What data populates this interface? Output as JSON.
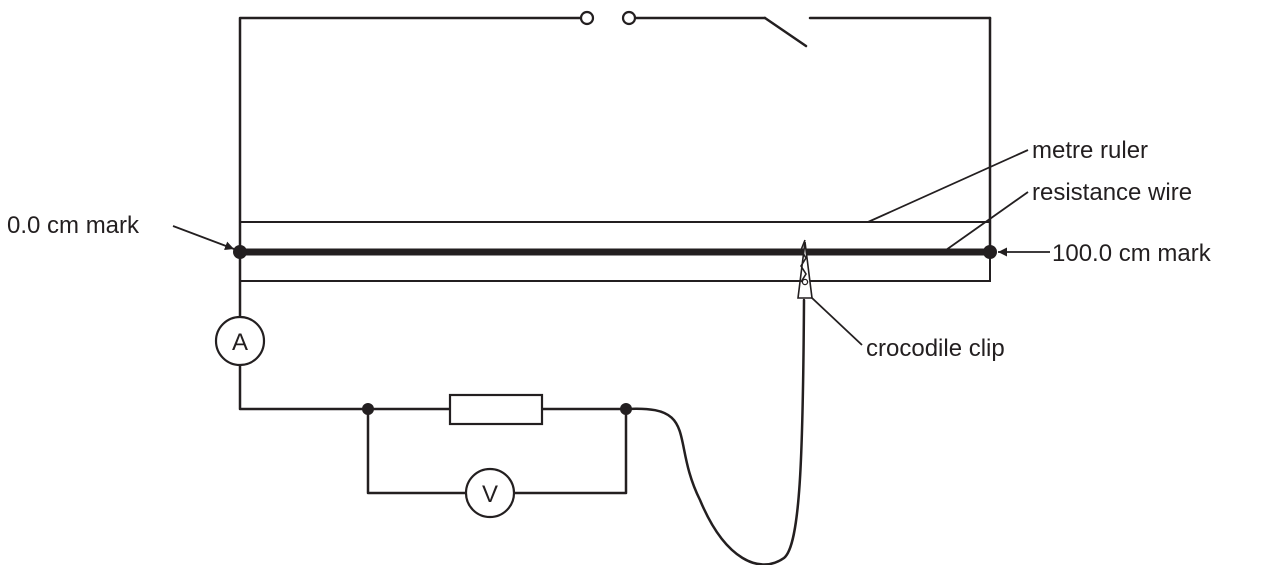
{
  "labels": {
    "zero_mark": "0.0 cm mark",
    "hundred_mark": "100.0 cm mark",
    "metre_ruler": "metre ruler",
    "resistance_wire": "resistance wire",
    "crocodile_clip": "crocodile clip"
  },
  "meters": {
    "ammeter": "A",
    "voltmeter": "V"
  },
  "colors": {
    "ink": "#231f20",
    "background": "#ffffff"
  }
}
